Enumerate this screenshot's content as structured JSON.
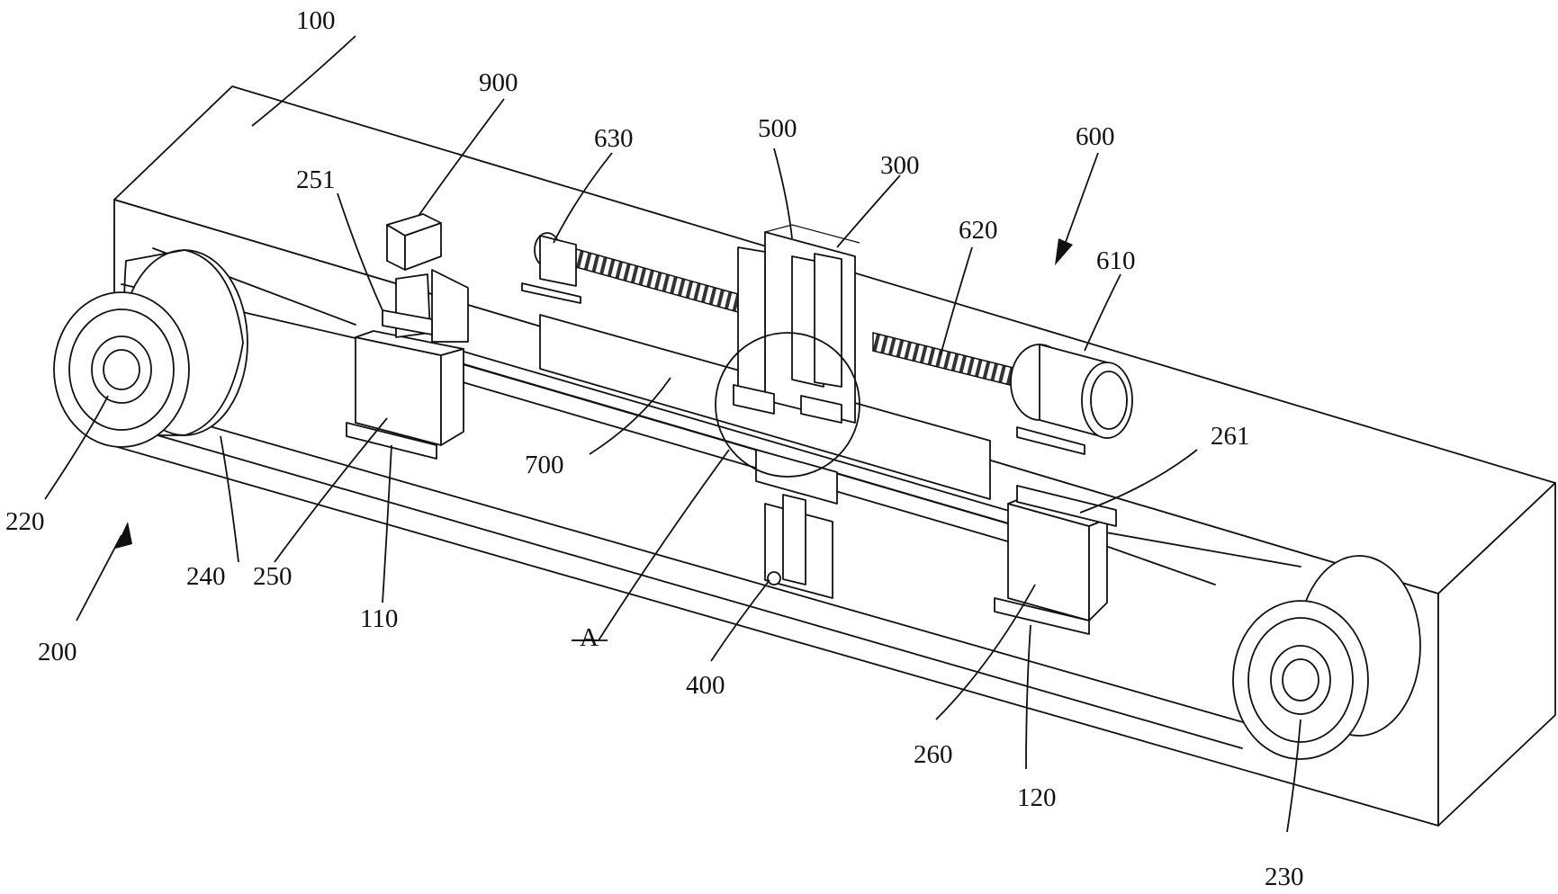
{
  "figure": {
    "labels": {
      "l100": "100",
      "l900": "900",
      "l630": "630",
      "l500": "500",
      "l300": "300",
      "l600": "600",
      "l251": "251",
      "l620": "620",
      "l610": "610",
      "l261": "261",
      "l700": "700",
      "l220": "220",
      "l240": "240",
      "l250": "250",
      "l110": "110",
      "l200": "200",
      "lA": "A",
      "l400": "400",
      "l260": "260",
      "l120": "120",
      "l230": "230"
    }
  }
}
